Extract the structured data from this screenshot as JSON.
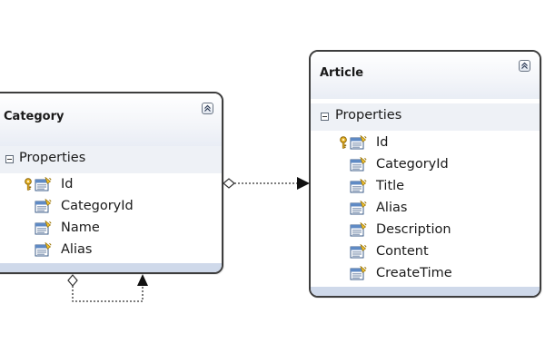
{
  "entities": {
    "category": {
      "title": "Category",
      "section_label": "Properties",
      "properties": [
        {
          "name": "Id",
          "key": true
        },
        {
          "name": "CategoryId",
          "key": false
        },
        {
          "name": "Name",
          "key": false
        },
        {
          "name": "Alias",
          "key": false
        }
      ]
    },
    "article": {
      "title": "Article",
      "section_label": "Properties",
      "properties": [
        {
          "name": "Id",
          "key": true
        },
        {
          "name": "CategoryId",
          "key": false
        },
        {
          "name": "Title",
          "key": false
        },
        {
          "name": "Alias",
          "key": false
        },
        {
          "name": "Description",
          "key": false
        },
        {
          "name": "Content",
          "key": false
        },
        {
          "name": "CreateTime",
          "key": false
        }
      ]
    }
  },
  "colors": {
    "border": "#3d3d3d",
    "header": "#f3f5f9",
    "section": "#eef1f6",
    "footer": "#cfd9ea",
    "connector": "#333333"
  },
  "icons": {
    "key": "key-icon",
    "property": "property-icon",
    "collapse": "collapse-icon"
  }
}
